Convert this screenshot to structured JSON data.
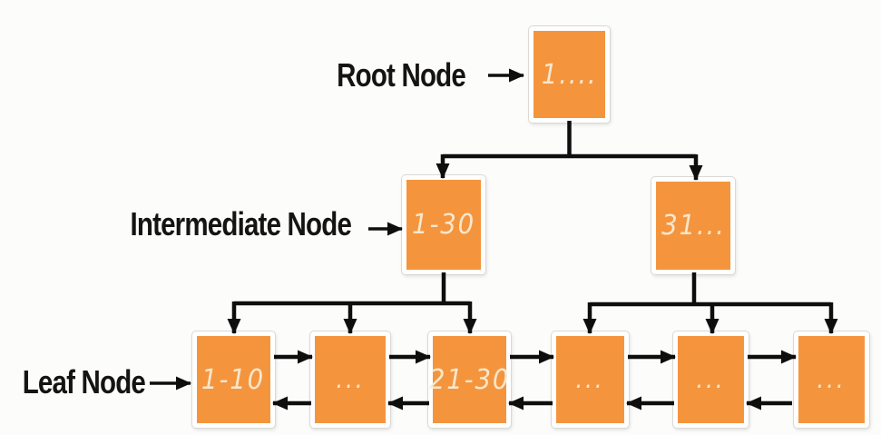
{
  "diagram": {
    "type": "b-plus-tree",
    "colors": {
      "background": "#fcfcfb",
      "node_fill": "#f4953e",
      "node_border": "#ffffff",
      "node_text": "#f8eeda",
      "line": "#0e0e0e",
      "label_text": "#151413"
    },
    "labels": {
      "root": "Root Node",
      "intermediate": "Intermediate Node",
      "leaf": "Leaf Node"
    },
    "nodes": {
      "root": "1....",
      "int_left": "1-30",
      "int_right": "31...",
      "leaves": [
        "1-10",
        "...",
        "21-30",
        "...",
        "...",
        "..."
      ]
    }
  }
}
